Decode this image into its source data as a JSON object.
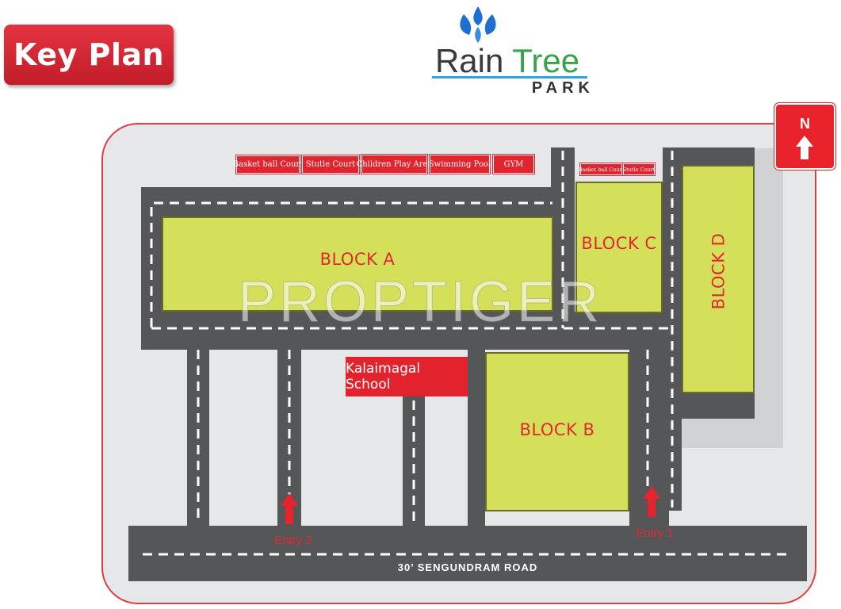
{
  "header": {
    "badge": "Key Plan",
    "logo": {
      "word1": "Rain",
      "word2": "Tree",
      "sub": "PARK"
    }
  },
  "compass": {
    "label": "N"
  },
  "blocks": {
    "a": "BLOCK A",
    "b": "BLOCK B",
    "c": "BLOCK C",
    "d": "BLOCK D"
  },
  "amenities": [
    "Basket ball Court",
    "Stutle Court",
    "Children Play Area",
    "Swimming Pool",
    "GYM"
  ],
  "amenities_small": [
    "Basket ball Court",
    "Stutle Court"
  ],
  "landmark": "Kalaimagal School",
  "road_name": "30’ SENGUNDRAM ROAD",
  "entries": {
    "entry1": "Entry 1",
    "entry2": "Entry 2"
  },
  "watermark": "PROPTIGER",
  "colors": {
    "red": "#e2232d",
    "road": "#545658",
    "block_green": "#d5e05a",
    "site_gray": "#e5e7e9"
  },
  "icons": {
    "north": "north-arrow-icon",
    "entry": "entry-arrow-icon",
    "logo": "water-drop-icon"
  }
}
